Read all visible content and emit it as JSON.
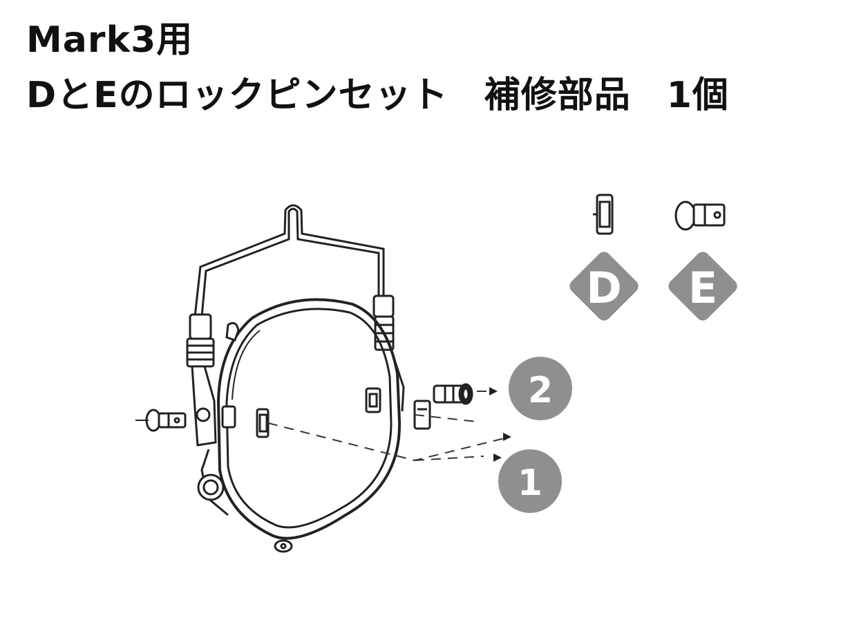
{
  "title": {
    "line1": "Mark3用",
    "line2_main": "DとEのロックピンセット",
    "line2_parts": "補修部品",
    "line2_qty": "1個"
  },
  "diagram": {
    "callouts": [
      "2",
      "1"
    ],
    "part_labels": [
      "D",
      "E"
    ],
    "badge_color": "#8f8f8f",
    "line_color": "#222222"
  }
}
